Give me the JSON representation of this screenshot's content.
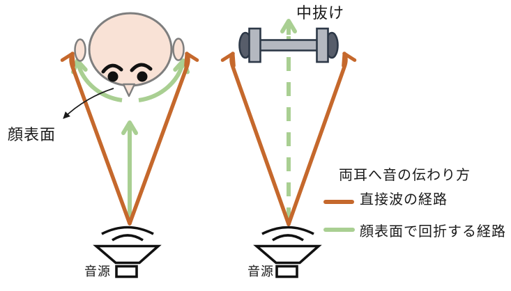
{
  "figure": {
    "left_panel": {
      "annotation_label": "顔表面",
      "source_label": "音源"
    },
    "right_panel": {
      "annotation_label": "中抜け",
      "source_label": "音源"
    }
  },
  "legend": {
    "title": "両耳へ音の伝わり方",
    "items": [
      {
        "label": "直接波の経路",
        "color": "#C5682C"
      },
      {
        "label": "顔表面で回折する経路",
        "color": "#A9CF92"
      }
    ]
  },
  "colors": {
    "direct_wave": "#C5682C",
    "diffraction": "#A9CF92",
    "skin": "#F9E2D6",
    "head_outline": "#7E7E7E",
    "dumbbell_fill": "#B4B8C0",
    "dumbbell_cap": "#575D6A",
    "dumbbell_outline": "#2D3847",
    "ink": "#1A1A1A"
  }
}
